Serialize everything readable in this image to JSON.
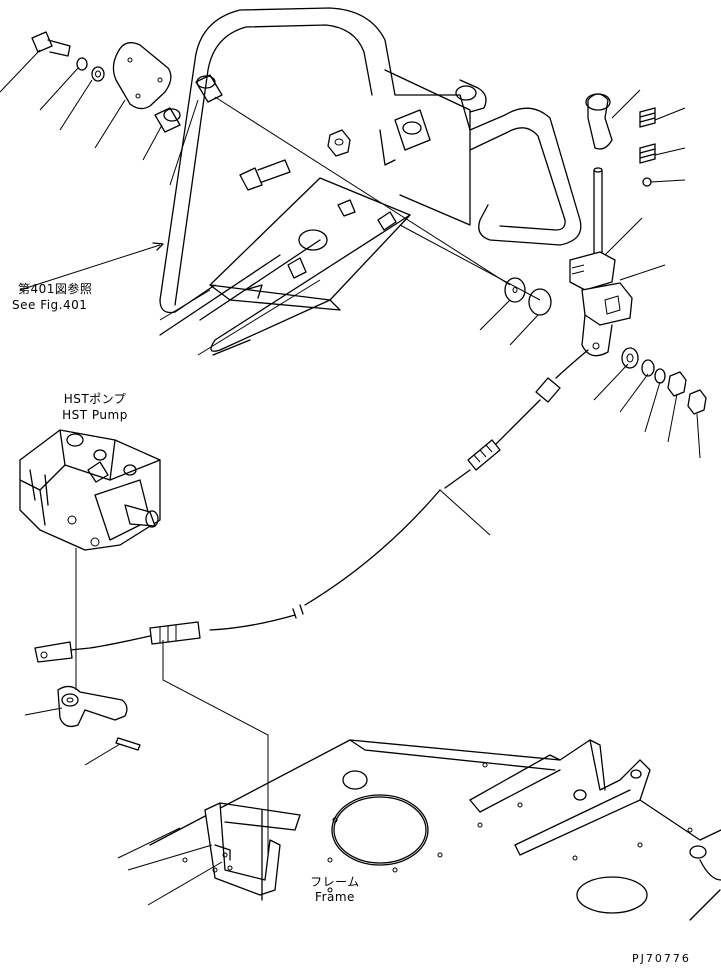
{
  "labels": {
    "ref_ja": "第401図参照",
    "ref_en": "See Fig.401",
    "pump_ja": "HSTポンプ",
    "pump_en": "HST Pump",
    "frame_ja": "フレーム",
    "frame_en": "Frame",
    "drawing_no": "PJ70776"
  },
  "parts": [
    "bolt",
    "washer",
    "washer",
    "cover-plate",
    "bushing",
    "collar",
    "bolt",
    "nut",
    "knob",
    "spring",
    "spring",
    "ball",
    "lever-bracket",
    "washer",
    "washer",
    "washer",
    "nut",
    "nut",
    "cable",
    "pump-lever",
    "pin"
  ]
}
